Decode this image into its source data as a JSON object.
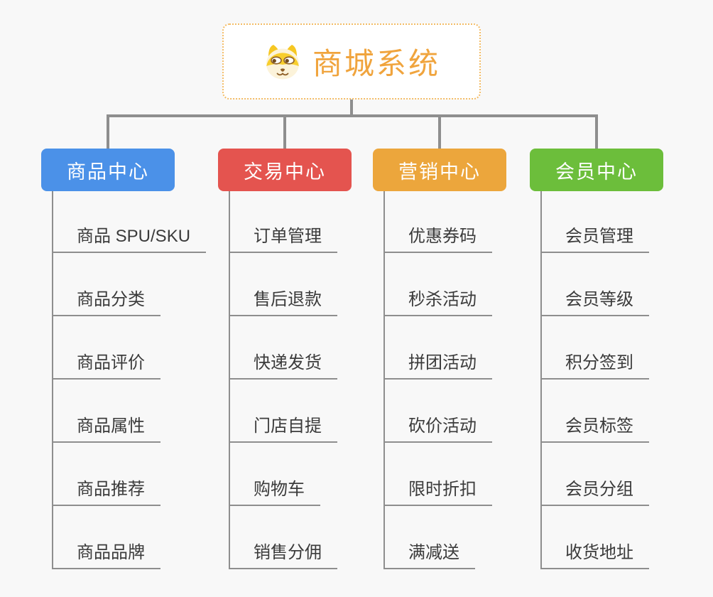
{
  "root": {
    "title": "商城系统",
    "icon": "shiba-dog-icon"
  },
  "branches": [
    {
      "label": "商品中心",
      "color": "#4B91E8",
      "children": [
        "商品 SPU/SKU",
        "商品分类",
        "商品评价",
        "商品属性",
        "商品推荐",
        "商品品牌"
      ]
    },
    {
      "label": "交易中心",
      "color": "#E4544F",
      "children": [
        "订单管理",
        "售后退款",
        "快递发货",
        "门店自提",
        "购物车",
        "销售分佣"
      ]
    },
    {
      "label": "营销中心",
      "color": "#ECA63C",
      "children": [
        "优惠券码",
        "秒杀活动",
        "拼团活动",
        "砍价活动",
        "限时折扣",
        "满减送"
      ]
    },
    {
      "label": "会员中心",
      "color": "#6CBE3B",
      "children": [
        "会员管理",
        "会员等级",
        "积分签到",
        "会员标签",
        "会员分组",
        "收货地址"
      ]
    }
  ],
  "colors": {
    "background": "#F8F8F8",
    "connector_line": "#8E8E8E",
    "root_title": "#F0A43D",
    "root_border": "#F3BC66",
    "child_text": "#3B3B3B",
    "node_text": "#FFFFFF"
  }
}
